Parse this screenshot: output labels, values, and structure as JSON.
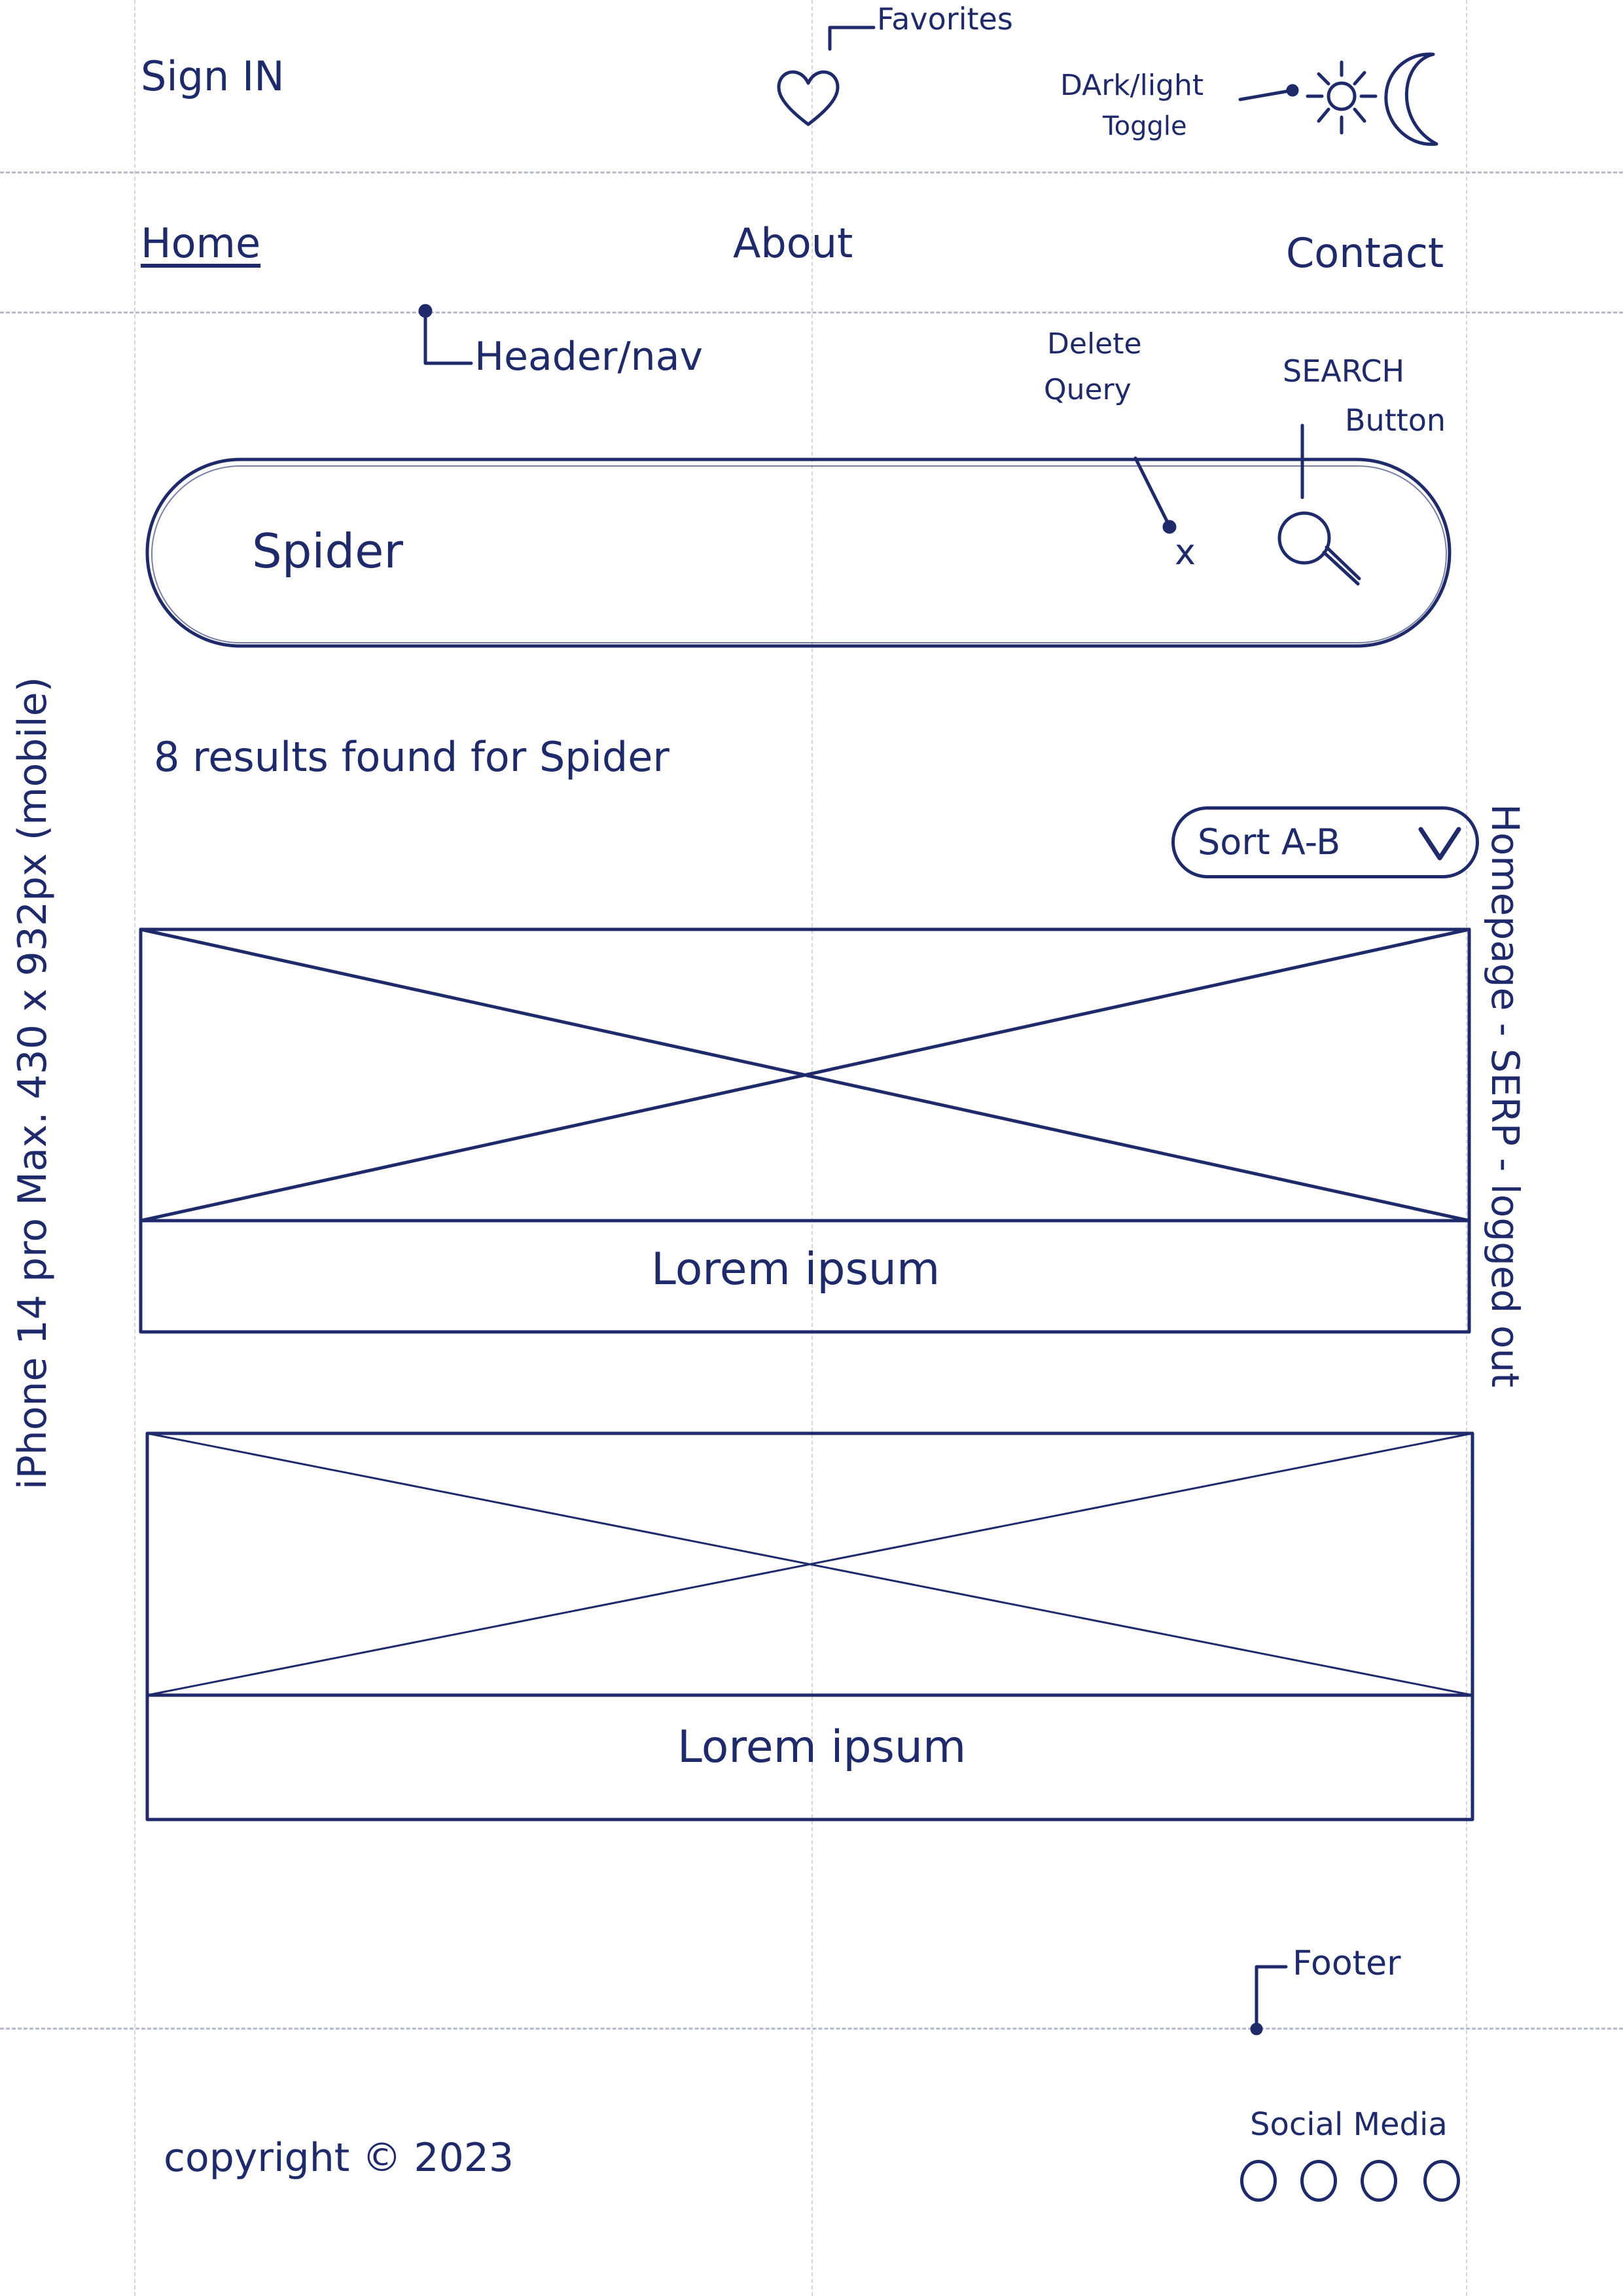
{
  "header": {
    "sign_in": "Sign IN",
    "favorites_note": "Favorites",
    "toggle_note_line1": "DArk/light",
    "toggle_note_line2": "Toggle"
  },
  "nav": {
    "items": [
      "Home",
      "About",
      "Contact"
    ],
    "note": "Header/nav"
  },
  "search": {
    "value": "Spider",
    "delete_note_line1": "Delete",
    "delete_note_line2": "Query",
    "button_note_line1": "SEARCH",
    "button_note_line2": "Button",
    "delete_glyph": "x"
  },
  "results": {
    "summary": "8 results found for Spider",
    "sort_label": "Sort A-B",
    "items": [
      {
        "caption": "Lorem ipsum"
      },
      {
        "caption": "Lorem ipsum"
      }
    ]
  },
  "footer": {
    "note": "Footer",
    "copyright": "copyright © 2023",
    "social_label": "Social Media",
    "social_count": 4
  },
  "margin_notes": {
    "left": "iPhone 14 pro Max. 430 x 932px (mobile)",
    "right": "Homepage - SERP - logged out"
  },
  "colors": {
    "ink": "#1f2a6b",
    "guide": "#c9cdd8",
    "paper": "#ffffff"
  }
}
